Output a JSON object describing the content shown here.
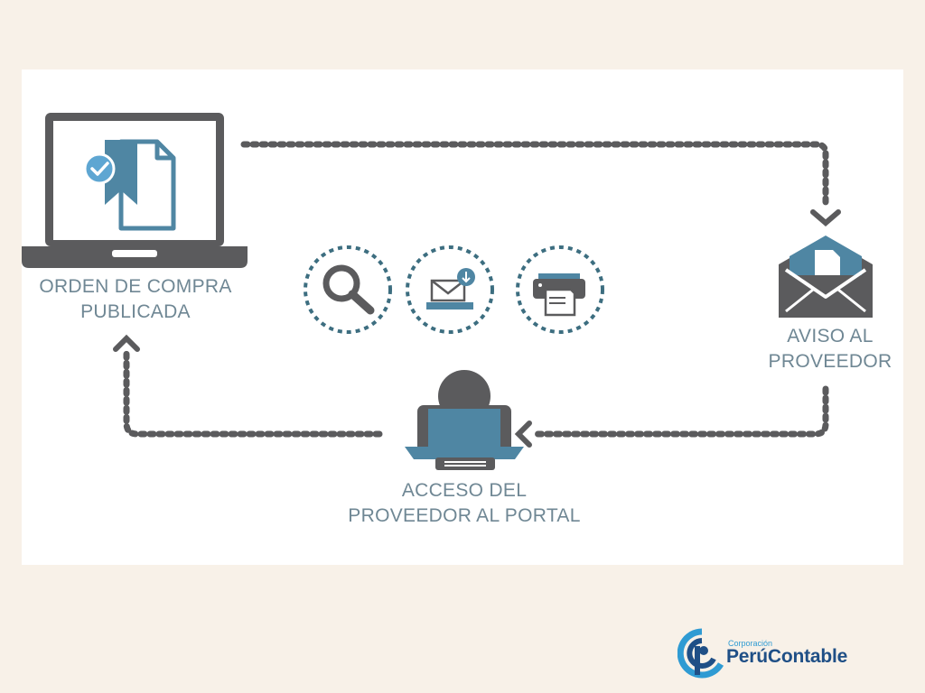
{
  "labels": {
    "orden_line1": "ORDEN DE COMPRA",
    "orden_line2": "PUBLICADA",
    "aviso_line1": "AVISO AL",
    "aviso_line2": "PROVEEDOR",
    "acceso_line1": "ACCESO DEL",
    "acceso_line2": "PROVEEDOR AL PORTAL"
  },
  "logo": {
    "small_text": "Corporación",
    "brand_text": "PerúContable"
  },
  "icons": [
    "laptop-document-icon",
    "envelope-icon",
    "user-computer-icon",
    "search-icon",
    "mail-download-icon",
    "printer-icon"
  ],
  "colors": {
    "dark_gray": "#5b5b5d",
    "accent_blue": "#4f86a3",
    "light_blue": "#5ea6d2",
    "dashed_teal": "#3d6e80",
    "label_text": "#6f8794"
  }
}
